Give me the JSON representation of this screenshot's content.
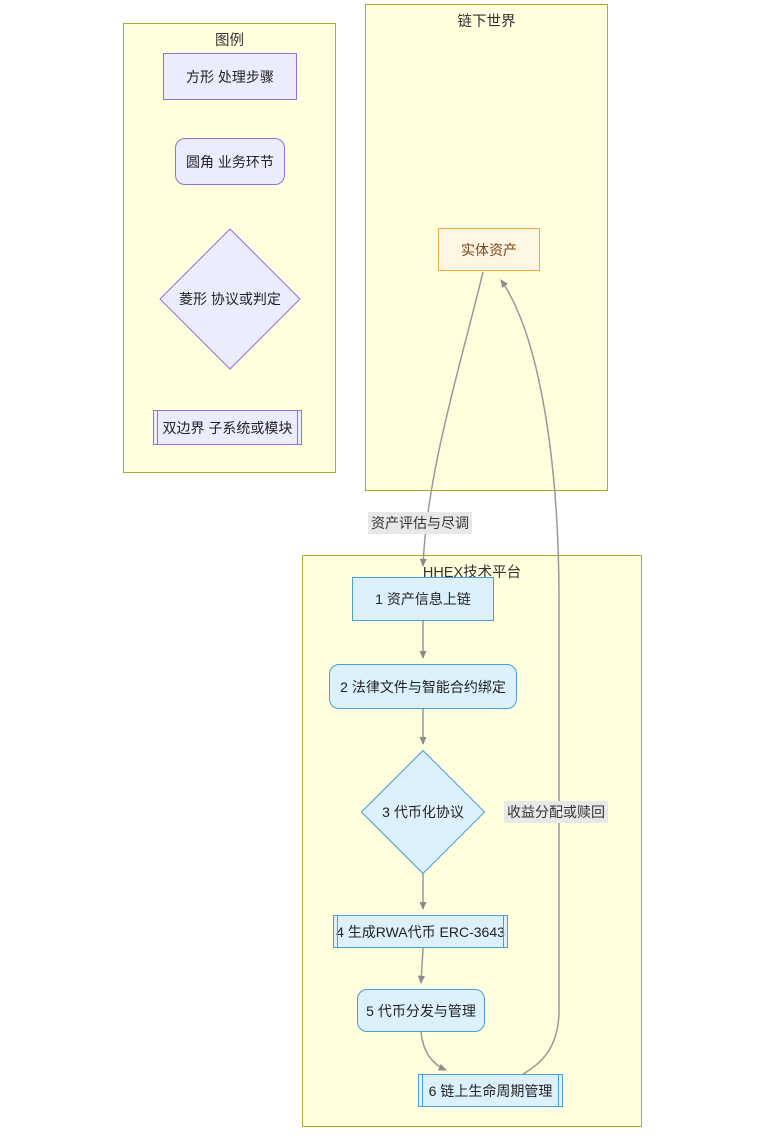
{
  "diagram": {
    "legend": {
      "title": "图例",
      "items": [
        {
          "shape": "rect",
          "label": "方形 处理步骤"
        },
        {
          "shape": "rounded",
          "label": "圆角 业务环节"
        },
        {
          "shape": "diamond",
          "label": "菱形 协议或判定"
        },
        {
          "shape": "subroutine",
          "label": "双边界 子系统或模块"
        }
      ]
    },
    "offchain": {
      "title": "链下世界",
      "asset_label": "实体资产"
    },
    "platform": {
      "title": "HHEX技术平台",
      "nodes": [
        {
          "id": "1",
          "shape": "rect",
          "label": "1 资产信息上链"
        },
        {
          "id": "2",
          "shape": "rounded",
          "label": "2 法律文件与智能合约绑定"
        },
        {
          "id": "3",
          "shape": "diamond",
          "label": "3 代币化协议"
        },
        {
          "id": "4",
          "shape": "subroutine",
          "label": "4 生成RWA代币 ERC-3643"
        },
        {
          "id": "5",
          "shape": "rounded",
          "label": "5 代币分发与管理"
        },
        {
          "id": "6",
          "shape": "subroutine",
          "label": "6 链上生命周期管理"
        }
      ]
    },
    "edge_labels": {
      "appraise": "资产评估与尽调",
      "return": "收益分配或赎回"
    },
    "colors": {
      "container_fill": "#ffffde",
      "container_border": "#aaaa33",
      "purple_fill": "#ECECFF",
      "purple_border": "#9370DB",
      "blue_fill": "#DCF1FC",
      "blue_border": "#4A9EDA",
      "orange_fill": "#FFF6E4",
      "orange_border": "#EEA83E",
      "orange_text": "#7A4510",
      "edge": "#999999",
      "label_bg": "#e8e8e8"
    }
  }
}
